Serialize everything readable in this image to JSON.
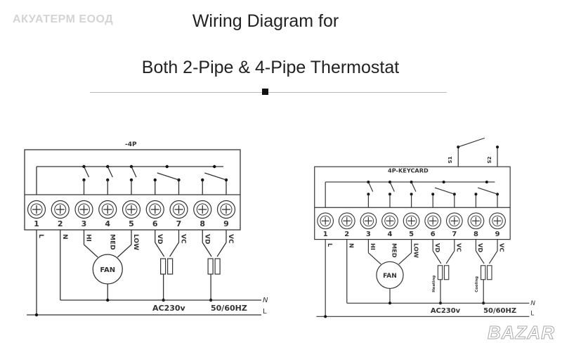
{
  "watermark": "АКУАТЕРМ ЕООД",
  "title_line1": "Wiring Diagram for",
  "title_line2": "Both 2-Pipe & 4-Pipe Thermostat",
  "logo": "BAZAR",
  "diagrams": [
    {
      "id": "4p",
      "label": "-4P",
      "terminals": [
        "1",
        "2",
        "3",
        "4",
        "5",
        "6",
        "7",
        "8",
        "9"
      ],
      "wire_labels": [
        "L",
        "N",
        "HI",
        "MED",
        "LOW",
        "VD",
        "VC",
        "VD",
        "VC"
      ],
      "fan_label": "FAN",
      "valve_labels": [
        "",
        ""
      ],
      "supply_voltage": "AC230v",
      "supply_freq": "50/60HZ",
      "neutral_label": "N",
      "line_label": "L"
    },
    {
      "id": "4p-keycard",
      "label": "4P-KEYCARD",
      "terminals": [
        "1",
        "2",
        "3",
        "4",
        "5",
        "6",
        "7",
        "8",
        "9"
      ],
      "wire_labels": [
        "L",
        "N",
        "HI",
        "MED",
        "LOW",
        "VD",
        "VC",
        "VD",
        "VC"
      ],
      "fan_label": "FAN",
      "valve_labels": [
        "Heating",
        "Cooling"
      ],
      "keycard_labels": [
        "S1",
        "S2"
      ],
      "supply_voltage": "AC230v",
      "supply_freq": "50/60HZ",
      "neutral_label": "N",
      "line_label": "L"
    }
  ],
  "colors": {
    "ink": "#333333",
    "rule": "#bbbbbb"
  }
}
